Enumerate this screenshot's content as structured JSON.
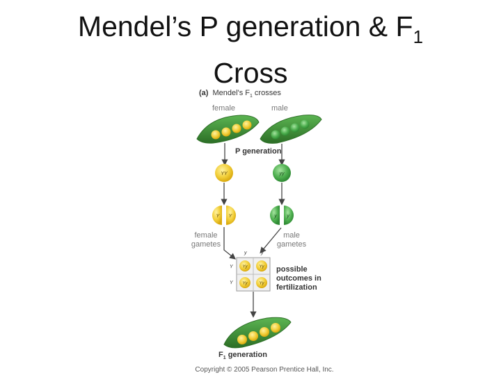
{
  "slide": {
    "title_main": "Mendel’s P generation & F",
    "title_sub": "1",
    "title_line2": "Cross"
  },
  "figure": {
    "panel_label": "(a)",
    "heading_main": "Mendel's F",
    "heading_sub": "1",
    "heading_end": " crosses",
    "female_label": "female",
    "male_label": "male",
    "p_generation_label": "P generation",
    "female_gametes_line1": "female",
    "female_gametes_line2": "gametes",
    "male_gametes_line1": "male",
    "male_gametes_line2": "gametes",
    "outcomes_line1": "possible",
    "outcomes_line2": "outcomes in",
    "outcomes_line3": "fertilization",
    "f1_label_main": "F",
    "f1_label_sub": "1",
    "f1_label_end": " generation",
    "copyright": "Copyright © 2005 Pearson Prentice Hall, Inc.",
    "allele_YY": "YY",
    "allele_yy": "yy",
    "allele_Y": "Y",
    "allele_y": "y",
    "allele_Yy": "Yy",
    "colors": {
      "yellow_pea": "#f2cf3a",
      "yellow_dark": "#d9a90e",
      "green_pea": "#4fb050",
      "green_dark": "#2f8a34",
      "pod_green": "#3f9a3a",
      "pod_dark": "#2c6e26",
      "label_gray": "#777777",
      "arrow_gray": "#444444"
    }
  }
}
